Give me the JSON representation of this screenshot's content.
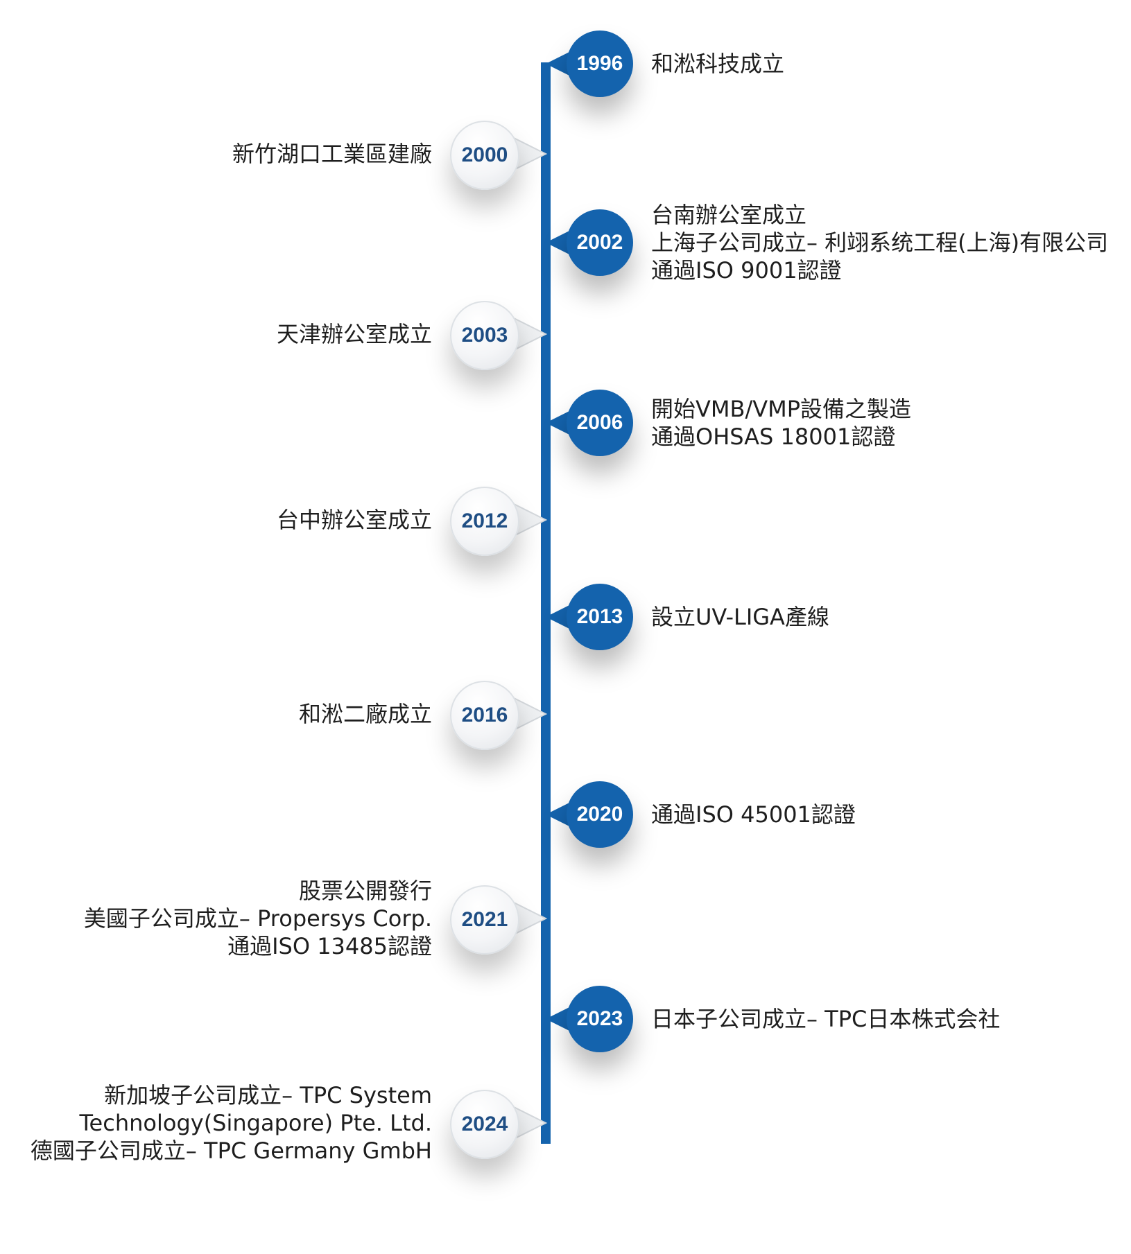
{
  "timeline": {
    "events": [
      {
        "year": "1996",
        "side": "right",
        "lines": [
          "和淞科技成立"
        ]
      },
      {
        "year": "2000",
        "side": "left",
        "lines": [
          "新竹湖口工業區建廠"
        ]
      },
      {
        "year": "2002",
        "side": "right",
        "lines": [
          "台南辦公室成立",
          "上海子公司成立– 利翊系统工程(上海)有限公司",
          "通過ISO 9001認證"
        ]
      },
      {
        "year": "2003",
        "side": "left",
        "lines": [
          "天津辦公室成立"
        ]
      },
      {
        "year": "2006",
        "side": "right",
        "lines": [
          "開始VMB/VMP設備之製造",
          "通過OHSAS 18001認證"
        ]
      },
      {
        "year": "2012",
        "side": "left",
        "lines": [
          "台中辦公室成立"
        ]
      },
      {
        "year": "2013",
        "side": "right",
        "lines": [
          "設立UV-LIGA產線"
        ]
      },
      {
        "year": "2016",
        "side": "left",
        "lines": [
          "和淞二廠成立"
        ]
      },
      {
        "year": "2020",
        "side": "right",
        "lines": [
          "通過ISO 45001認證"
        ]
      },
      {
        "year": "2021",
        "side": "left",
        "lines": [
          "股票公開發行",
          "美國子公司成立– Propersys Corp.",
          "通過ISO 13485認證"
        ]
      },
      {
        "year": "2023",
        "side": "right",
        "lines": [
          "日本子公司成立– TPC日本株式会社"
        ]
      },
      {
        "year": "2024",
        "side": "left",
        "lines": [
          "新加坡子公司成立– TPC System",
          "Technology(Singapore) Pte. Ltd.",
          "德國子公司成立– TPC Germany GmbH"
        ]
      }
    ]
  },
  "colors": {
    "accent": "#1463ad",
    "grey_year_text": "#1f4e84",
    "label_text": "#1e1e1e"
  }
}
